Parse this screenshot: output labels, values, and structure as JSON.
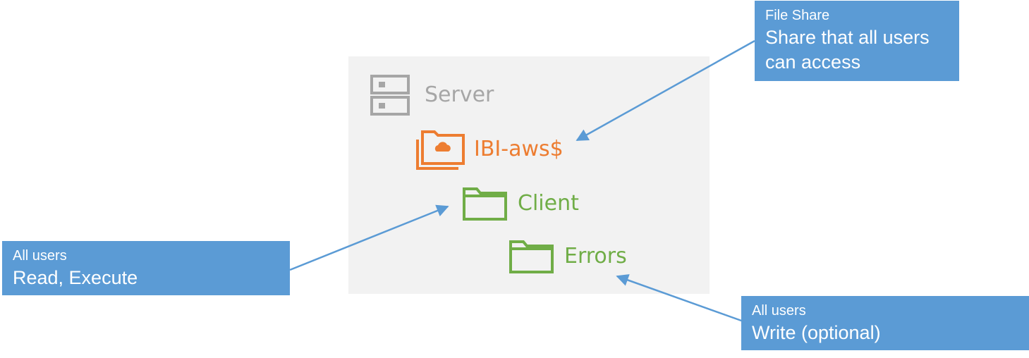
{
  "colors": {
    "panel_bg": "#f2f2f2",
    "server_gray": "#a6a6a6",
    "share_orange": "#ed7d31",
    "folder_green": "#70ad47",
    "callout_blue": "#5b9bd5",
    "arrow_blue": "#5b9bd5"
  },
  "server": {
    "label": "Server",
    "icon": "server-icon"
  },
  "share": {
    "label": "IBI-aws$",
    "icon": "shared-cloud-folder-icon"
  },
  "folders": {
    "client": {
      "label": "Client",
      "icon": "folder-icon"
    },
    "errors": {
      "label": "Errors",
      "icon": "folder-icon"
    }
  },
  "callouts": {
    "file_share": {
      "title": "File Share",
      "body": "Share that all users can access"
    },
    "read": {
      "title": "All users",
      "body": "Read, Execute"
    },
    "write": {
      "title": "All users",
      "body": "Write (optional)"
    }
  }
}
